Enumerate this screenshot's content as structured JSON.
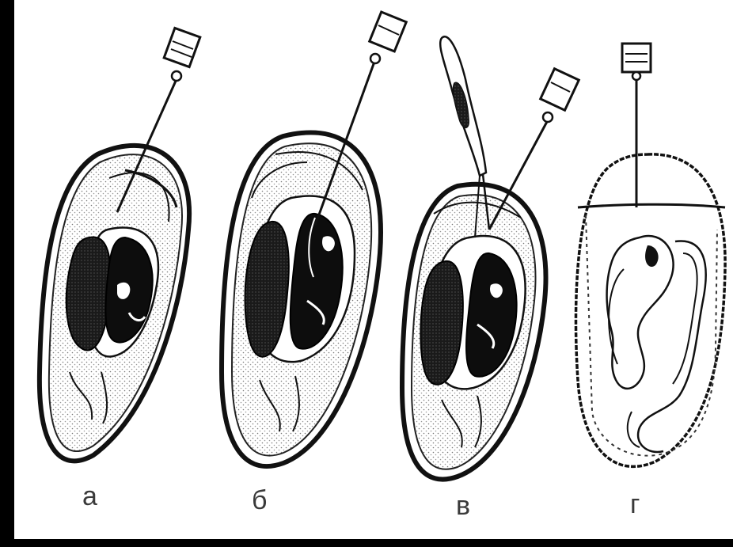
{
  "figure": {
    "panels": [
      {
        "id": "a",
        "label": "а"
      },
      {
        "id": "b",
        "label": "б"
      },
      {
        "id": "v",
        "label": "в"
      },
      {
        "id": "g",
        "label": "г"
      }
    ]
  },
  "colors": {
    "frame": "#000000",
    "ink": "#111111",
    "background": "#ffffff"
  }
}
